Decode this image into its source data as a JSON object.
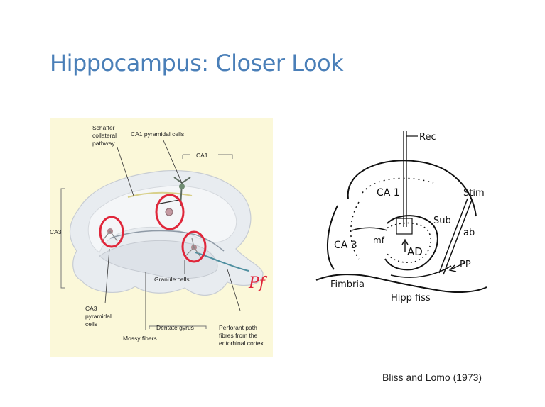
{
  "slide": {
    "title": "Hippocampus: Closer Look",
    "citation": "Bliss and Lomo (1973)"
  },
  "left_figure": {
    "background_color": "#fbf8d9",
    "labels": {
      "schaffer_line1": "Schaffer",
      "schaffer_line2": "collateral",
      "schaffer_line3": "pathway",
      "ca1_pyramidal": "CA1 pyramidal cells",
      "ca1": "CA1",
      "ca3": "CA3",
      "granule": "Granule cells",
      "ca3_pyr_line1": "CA3",
      "ca3_pyr_line2": "pyramidal",
      "ca3_pyr_line3": "cells",
      "dentate": "Dentate gyrus",
      "mossy": "Mossy fibers",
      "perforant_line1": "Perforant path",
      "perforant_line2": "fibres from the",
      "perforant_line3": "entorhinal cortex"
    },
    "annotation": {
      "text": "Pf",
      "color": "#e0263a"
    }
  },
  "right_figure": {
    "labels": {
      "rec": "Rec",
      "stim": "Stim",
      "ca1": "CA 1",
      "sub": "Sub",
      "ab": "ab",
      "ca3": "CA 3",
      "mf": "mf",
      "ad": "AD",
      "pp": "PP",
      "fimbria": "Fimbria",
      "hipp_fiss": "Hipp fiss"
    }
  }
}
